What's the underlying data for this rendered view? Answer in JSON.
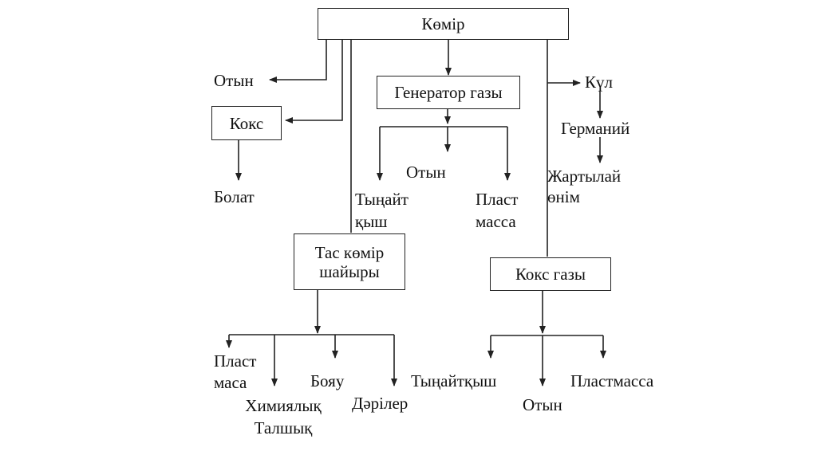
{
  "nodes": {
    "coal": "Көмір",
    "fuel_left": "Отын",
    "coke": "Кокс",
    "steel": "Болат",
    "generator_gas": "Генератор газы",
    "gen_fuel": "Отын",
    "gen_fertilizer": "Тыңайт\nқыш",
    "gen_plastic": "Пласт\nмасса",
    "ash": "Күл",
    "germanium": "Германий",
    "semi_product": "Жартылай\nөнім",
    "coal_tar": "Тас көмір\nшайыры",
    "tar_plastic": "Пласт\nмаса",
    "tar_chem_fiber": "Химиялық\nТалшық",
    "tar_dye": "Бояу",
    "tar_medicine": "Дәрілер",
    "coke_gas": "Кокс газы",
    "cg_fertilizer": "Тыңайтқыш",
    "cg_fuel": "Отын",
    "cg_plastic": "Пластмасса"
  }
}
